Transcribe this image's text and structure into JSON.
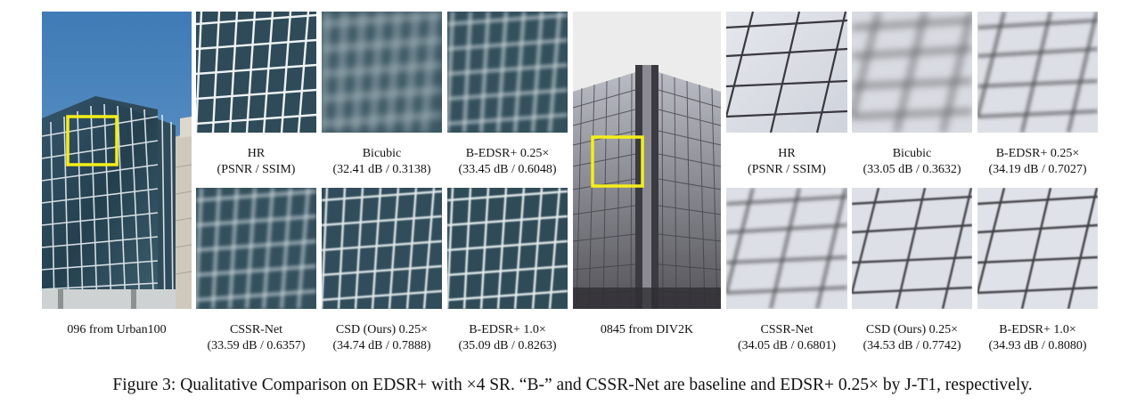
{
  "figure": {
    "caption": "Figure 3: Qualitative Comparison on EDSR+ with ×4 SR. “B-” and CSSR-Net are baseline and EDSR+ 0.25× by J-T1, respectively."
  },
  "left_group": {
    "source_label": "096 from Urban100",
    "highlight_color": "#f4ee1a",
    "crops": [
      {
        "name": "HR",
        "metrics": "(PSNR / SSIM)"
      },
      {
        "name": "Bicubic",
        "metrics": "(32.41 dB / 0.3138)"
      },
      {
        "name": "B-EDSR+ 0.25×",
        "metrics": "(33.45 dB / 0.6048)"
      },
      {
        "name": "CSSR-Net",
        "metrics": "(33.59 dB / 0.6357)"
      },
      {
        "name": "CSD (Ours) 0.25×",
        "metrics": "(34.74 dB / 0.7888)"
      },
      {
        "name": "B-EDSR+ 1.0×",
        "metrics": "(35.09 dB / 0.8263)"
      }
    ]
  },
  "right_group": {
    "source_label": "0845 from DIV2K",
    "highlight_color": "#f4ee1a",
    "crops": [
      {
        "name": "HR",
        "metrics": "(PSNR / SSIM)"
      },
      {
        "name": "Bicubic",
        "metrics": "(33.05 dB / 0.3632)"
      },
      {
        "name": "B-EDSR+ 0.25×",
        "metrics": "(34.19 dB / 0.7027)"
      },
      {
        "name": "CSSR-Net",
        "metrics": "(34.05 dB / 0.6801)"
      },
      {
        "name": "CSD (Ours) 0.25×",
        "metrics": "(34.53 dB / 0.7742)"
      },
      {
        "name": "B-EDSR+ 1.0×",
        "metrics": "(34.93 dB / 0.8080)"
      }
    ]
  }
}
